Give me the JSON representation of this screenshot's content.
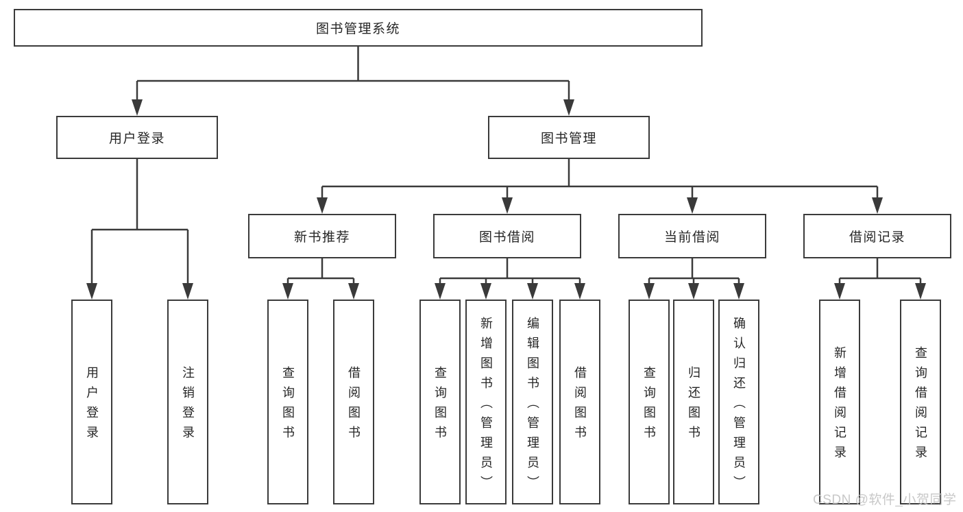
{
  "colors": {
    "background": "#ffffff",
    "line": "#3a3a3a",
    "box_border": "#3a3a3a",
    "text": "#262626",
    "watermark": "#c3c3c3"
  },
  "watermark": {
    "text": "CSDN @软件_小贺同学"
  },
  "tree": {
    "root": {
      "label": "图书管理系统",
      "children": [
        {
          "label": "用户登录",
          "children": [
            {
              "label": "用户登录"
            },
            {
              "label": "注销登录"
            }
          ]
        },
        {
          "label": "图书管理",
          "children": [
            {
              "label": "新书推荐",
              "children": [
                {
                  "label": "查询图书"
                },
                {
                  "label": "借阅图书"
                }
              ]
            },
            {
              "label": "图书借阅",
              "children": [
                {
                  "label": "查询图书"
                },
                {
                  "label": "新增图书（管理员）"
                },
                {
                  "label": "编辑图书（管理员）"
                },
                {
                  "label": "借阅图书"
                }
              ]
            },
            {
              "label": "当前借阅",
              "children": [
                {
                  "label": "查询图书"
                },
                {
                  "label": "归还图书"
                },
                {
                  "label": "确认归还（管理员）"
                }
              ]
            },
            {
              "label": "借阅记录",
              "children": [
                {
                  "label": "新增借阅记录"
                },
                {
                  "label": "查询借阅记录"
                }
              ]
            }
          ]
        }
      ]
    }
  }
}
